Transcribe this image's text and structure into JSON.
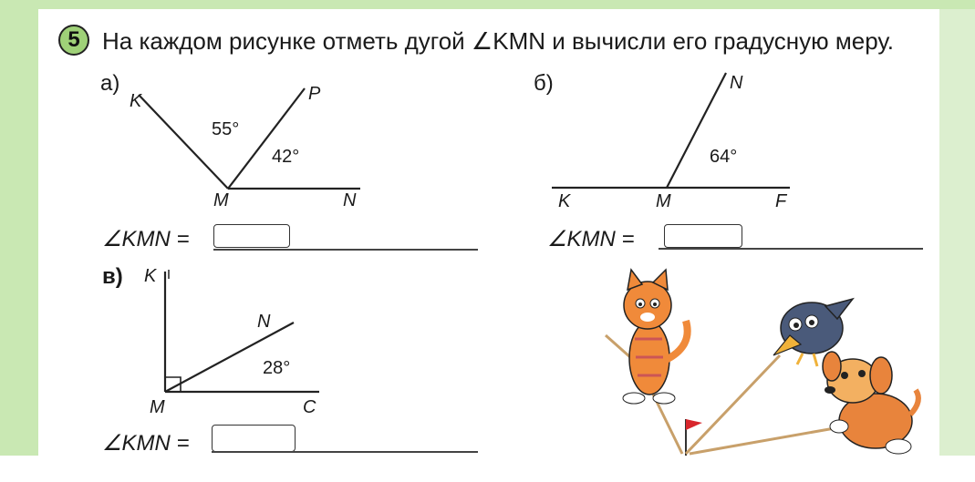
{
  "task": {
    "number": "5",
    "text": "На каждом рисунке отметь дугой ∠KMN и вычисли его градусную меру."
  },
  "figures": [
    {
      "label": "а)",
      "points": {
        "K": "K",
        "P": "P",
        "M": "M",
        "N": "N"
      },
      "angles": [
        "55°",
        "42°"
      ],
      "equation": "∠KMN ="
    },
    {
      "label": "б)",
      "points": {
        "N": "N",
        "K": "K",
        "M": "M",
        "F": "F"
      },
      "angles": [
        "64°"
      ],
      "equation": "∠KMN ="
    },
    {
      "label": "в)",
      "points": {
        "K": "K",
        "N": "N",
        "M": "M",
        "C": "C"
      },
      "angles": [
        "28°"
      ],
      "equation": "∠KMN ="
    }
  ],
  "illustration": {
    "description_icons": [
      "cat-icon",
      "crow-icon",
      "dog-icon",
      "flag-icon"
    ]
  },
  "colors": {
    "margin_green": "#c9e8b3",
    "badge_green": "#9fd178",
    "cat_orange": "#f08a3a",
    "dog_orange": "#e8843c",
    "crow_gray": "#4a5a7a",
    "flag_red": "#d8262c"
  }
}
